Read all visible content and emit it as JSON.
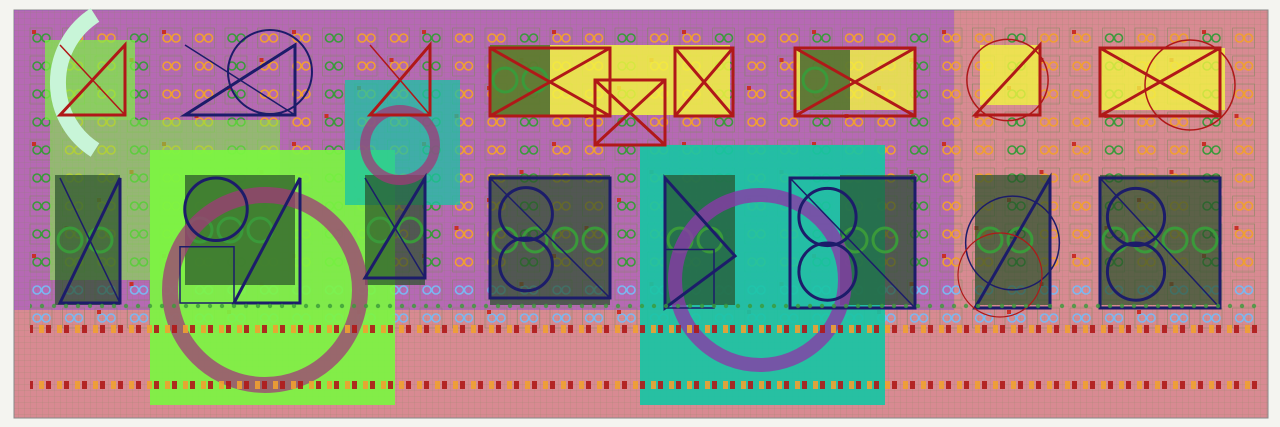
{
  "colors": {
    "background": "#f4f4f0",
    "board_pink": "#d88a92",
    "board_violet": "#9b4fd0",
    "grid_line": "#7d8a5c",
    "lime": "#7cf542",
    "teal": "#18c4a4",
    "yellow": "#f2f542",
    "pale_green": "#c8f5d8",
    "dark_green": "#28502a",
    "purple": "#8a3aa8",
    "magenta": "#a03a78",
    "navy": "#1c1c6a",
    "red": "#b01818",
    "pad_blue": "#7ab8f0",
    "pad_orange": "#f0a030",
    "pad_red": "#c83028",
    "pad_green": "#3a9a3a"
  },
  "motifs": {
    "top_row": [
      "triangle-x",
      "triangle-x",
      "triangle-x",
      "box-x",
      "box-x",
      "box-x",
      "box-x",
      "circle-slash",
      "box-x"
    ],
    "middle_row": [
      "triangle-x",
      "circle-triangle",
      "triangle-x",
      "circle-box",
      "triangle-box",
      "circle-box",
      "circle-slash",
      "circle-box"
    ]
  }
}
